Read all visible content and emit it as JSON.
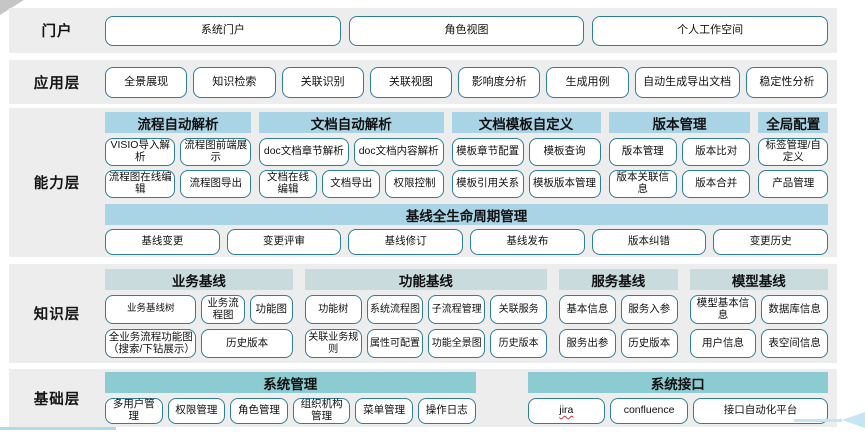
{
  "colors": {
    "band_background": "#ededed",
    "header_blue": "#a9d4e6",
    "header_pale": "#c9dbdd",
    "header_teal": "#8bcbd1",
    "button_border": "#2e7e97",
    "decor_light_blue": "#c6e5f3",
    "corner_gray": "#c6c6c6"
  },
  "spellcheck_flagged": [
    "jira"
  ],
  "layers": [
    {
      "id": "portal",
      "label": "门户",
      "buttons": [
        "系统门户",
        "角色视图",
        "个人工作空间"
      ]
    },
    {
      "id": "application",
      "label": "应用层",
      "buttons": [
        "全景展现",
        "知识检索",
        "关联识别",
        "关联视图",
        "影响度分析",
        "生成用例",
        "自动生成导出文档",
        "稳定性分析"
      ]
    },
    {
      "id": "capability",
      "label": "能力层",
      "groups": [
        {
          "header": "流程自动解析",
          "rows": [
            [
              "VISIO导入解析",
              "流程图前端展示"
            ],
            [
              "流程图在线编辑",
              "流程图导出"
            ]
          ]
        },
        {
          "header": "文档自动解析",
          "rows": [
            [
              "doc文档章节解析",
              "doc文档内容解析"
            ],
            [
              "文档在线编辑",
              "文档导出",
              "权限控制"
            ]
          ]
        },
        {
          "header": "文档模板自定义",
          "rows": [
            [
              "模板章节配置",
              "模板查询"
            ],
            [
              "模板引用关系",
              "模板版本管理"
            ]
          ]
        },
        {
          "header": "版本管理",
          "rows": [
            [
              "版本管理",
              "版本比对"
            ],
            [
              "版本关联信息",
              "版本合并"
            ]
          ]
        },
        {
          "header": "全局配置",
          "rows": [
            [
              "标签管理/自定义"
            ],
            [
              "产品管理"
            ]
          ]
        }
      ],
      "baseline": {
        "header": "基线全生命周期管理",
        "buttons": [
          "基线变更",
          "变更评审",
          "基线修订",
          "基线发布",
          "版本纠错",
          "变更历史"
        ]
      }
    },
    {
      "id": "knowledge",
      "label": "知识层",
      "groups": [
        {
          "header": "业务基线",
          "rows": [
            [
              "业务基线树",
              "业务流程图",
              "功能图"
            ],
            [
              "全业务流程功能图（搜索/下钻展示）",
              "历史版本"
            ]
          ]
        },
        {
          "header": "功能基线",
          "rows": [
            [
              "功能树",
              "系统流程图",
              "子流程管理",
              "关联服务"
            ],
            [
              "关联业务规则",
              "属性可配置",
              "功能全景图",
              "历史版本"
            ]
          ]
        },
        {
          "header": "服务基线",
          "rows": [
            [
              "基本信息",
              "服务入参"
            ],
            [
              "服务出参",
              "历史版本"
            ]
          ]
        },
        {
          "header": "模型基线",
          "rows": [
            [
              "模型基本信息",
              "数据库信息"
            ],
            [
              "用户信息",
              "表空间信息"
            ]
          ]
        }
      ]
    },
    {
      "id": "foundation",
      "label": "基础层",
      "groups": [
        {
          "header": "系统管理",
          "rows": [
            [
              "多用户管理",
              "权限管理",
              "角色管理",
              "组织机构管理",
              "菜单管理",
              "操作日志"
            ]
          ]
        },
        {
          "header": "系统接口",
          "rows": [
            [
              "jira",
              "confluence",
              "接口自动化平台"
            ]
          ]
        }
      ]
    }
  ]
}
